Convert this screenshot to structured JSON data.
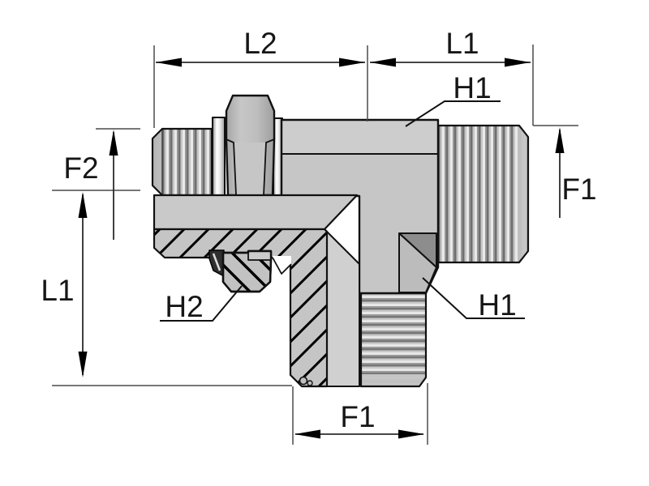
{
  "drawing": {
    "kind": "technical-dimension-drawing",
    "subject": "tee-adapter-fitting-section-view"
  },
  "labels": {
    "length_l2": "L2",
    "length_l1_top": "L1",
    "hex_h1_top": "H1",
    "thread_f1_right": "F1",
    "thread_f2_left": "F2",
    "length_l1_left": "L1",
    "hex_h2": "H2",
    "hex_h1_bottom": "H1",
    "thread_f1_bottom": "F1"
  },
  "colors": {
    "background": "#ffffff",
    "outline": "#111111",
    "body_gray": "#c6c6c6",
    "body_top_gray": "#cdcdcd",
    "flange_gray": "#c9c9c9",
    "section_gray": "#c5c5c5",
    "bore_gray": "#d0d0d0",
    "chamfer_dark": "#8d8d8d",
    "chamfer_light": "#bcbcbc",
    "oring_dark": "#2f2f2f",
    "dim_line": "#2b2b2b",
    "ext_line": "#4a4a4a",
    "label_text": "#161616"
  }
}
